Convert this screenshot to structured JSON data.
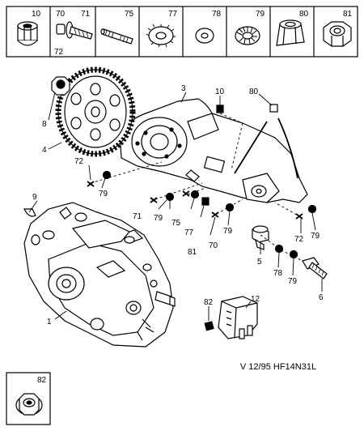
{
  "diagram": {
    "reference": "V 12/95 HF14N31L",
    "header_boxes": [
      {
        "labels": [
          "10"
        ],
        "part": "acorn-nut"
      },
      {
        "labels": [
          "70",
          "71",
          "72"
        ],
        "part": "screw-and-washer"
      },
      {
        "labels": [
          "75"
        ],
        "part": "stud"
      },
      {
        "labels": [
          "77"
        ],
        "part": "toothed-washer"
      },
      {
        "labels": [
          "78"
        ],
        "part": "flat-washer"
      },
      {
        "labels": [
          "79"
        ],
        "part": "serrated-washer"
      },
      {
        "labels": [
          "80"
        ],
        "part": "spacer-sleeve"
      },
      {
        "labels": [
          "81"
        ],
        "part": "hex-nut"
      }
    ],
    "callouts": {
      "c1": "1",
      "c3": "3",
      "c4": "4",
      "c5": "5",
      "c6": "6",
      "c8": "8",
      "c9": "9",
      "c10": "10",
      "c12": "12",
      "c70": "70",
      "c71": "71",
      "c72a": "72",
      "c72b": "72",
      "c75": "75",
      "c77": "77",
      "c78": "78",
      "c79a": "79",
      "c79b": "79",
      "c79c": "79",
      "c79d": "79",
      "c79e": "79",
      "c80": "80",
      "c81": "81",
      "c82": "82"
    },
    "inset": {
      "label": "82",
      "part": "lock-nut"
    }
  }
}
